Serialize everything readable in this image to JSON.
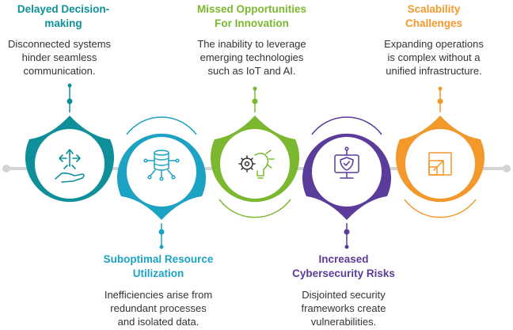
{
  "colors": {
    "teal": "#0E8F99",
    "blue": "#1CA3C4",
    "green": "#7BB830",
    "purple": "#5B3C9B",
    "orange": "#F3992B",
    "connector": "#D0D0D0"
  },
  "steps": [
    {
      "title_line1": "Delayed Decision-",
      "title_line2": "making",
      "desc_line1": "Disconnected systems",
      "desc_line2": "hinder seamless",
      "desc_line3": "communication.",
      "icon": "hand-arrows-icon"
    },
    {
      "title_line1": "Suboptimal Resource",
      "title_line2": "Utilization",
      "desc_line1": "Inefficiencies arise from",
      "desc_line2": "redundant processes",
      "desc_line3": "and isolated data.",
      "icon": "database-network-icon"
    },
    {
      "title_line1": "Missed Opportunities",
      "title_line2": "For Innovation",
      "desc_line1": "The inability to leverage",
      "desc_line2": "emerging technologies",
      "desc_line3": "such as IoT and AI.",
      "icon": "gear-bulb-icon"
    },
    {
      "title_line1": "Increased",
      "title_line2": "Cybersecurity Risks",
      "desc_line1": "Disjointed security",
      "desc_line2": "frameworks create",
      "desc_line3": "vulnerabilities.",
      "icon": "shield-monitor-icon"
    },
    {
      "title_line1": "Scalability",
      "title_line2": "Challenges",
      "desc_line1": "Expanding operations",
      "desc_line2": "is complex without a",
      "desc_line3": "unified infrastructure.",
      "icon": "scale-arrow-icon"
    }
  ]
}
